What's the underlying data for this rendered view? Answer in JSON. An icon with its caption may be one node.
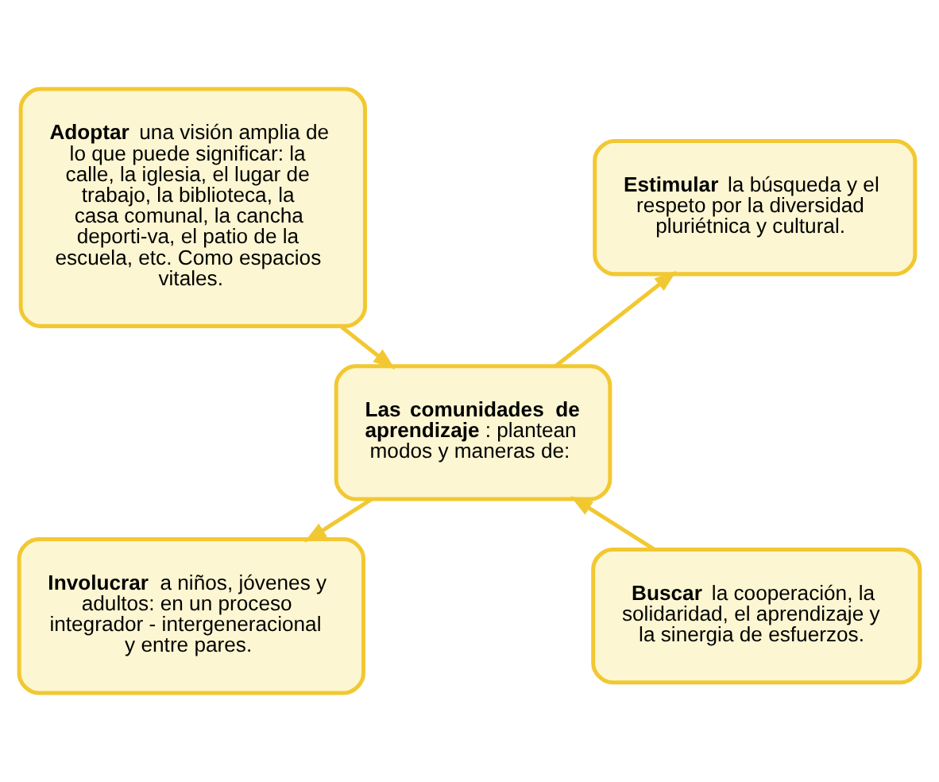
{
  "diagram": {
    "nodes": [
      {
        "text": [
          "**Adoptar** una visión amplia de lo que puede significar: la calle, la iglesia, el lugar de trabajo, la biblioteca, la casa comunal, la cancha deporti-va, el patio de la escuela, etc. Como espacios vitales."
        ]
      },
      {
        "text": [
          "**Estimular** la búsqueda y el respeto por la diversidad pluriétnica y cultural."
        ]
      },
      {
        "text": [
          "**Las comunidades de aprendizaje**: plantean modos y maneras de:"
        ]
      },
      {
        "text": [
          "**Involucrar** a niños, jóvenes y adultos: en un proceso integrador - intergeneracional y entre pares."
        ]
      },
      {
        "text": [
          "**Buscar** la cooperación, la solidaridad, el aprendizaje y la sinergia de esfuerzos."
        ]
      }
    ],
    "edges": [
      {
        "from": 0,
        "to": 2,
        "arrow": "to"
      },
      {
        "from": 2,
        "to": 1,
        "arrow": "to"
      },
      {
        "from": 2,
        "to": 3,
        "arrow": "to"
      },
      {
        "from": 4,
        "to": 2,
        "arrow": "to"
      }
    ]
  }
}
